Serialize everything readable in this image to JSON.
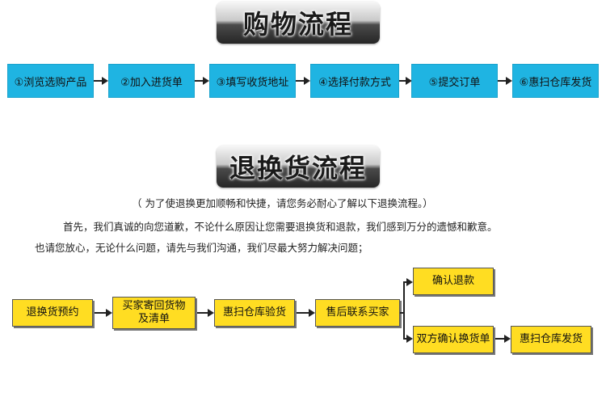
{
  "purchase": {
    "title": "购物流程",
    "steps": [
      "①浏览选购产品",
      "②加入进货单",
      "③填写收货地址",
      "④选择付款方式",
      "⑤提交订单",
      "⑥惠扫仓库发货"
    ]
  },
  "returns": {
    "title": "退换货流程",
    "note": "（ 为了使退换更加顺畅和快捷，请您务必耐心了解以下退换流程。）",
    "paragraph1": "首先，我们真诚的向您道歉，不论什么原因让您需要退换货和退款，我们感到万分的遗憾和歉意。",
    "paragraph2": "也请您放心，无论什么问题，请先与我们沟通，我们尽最大努力解决问题；",
    "boxes": {
      "reserve": "退换货预约",
      "send_line1": "买家寄回货物",
      "send_line2": "及清单",
      "inspect": "惠扫仓库验货",
      "contact": "售后联系买家",
      "refund": "确认退款",
      "exchange": "双方确认换货单",
      "ship": "惠扫仓库发货"
    }
  }
}
